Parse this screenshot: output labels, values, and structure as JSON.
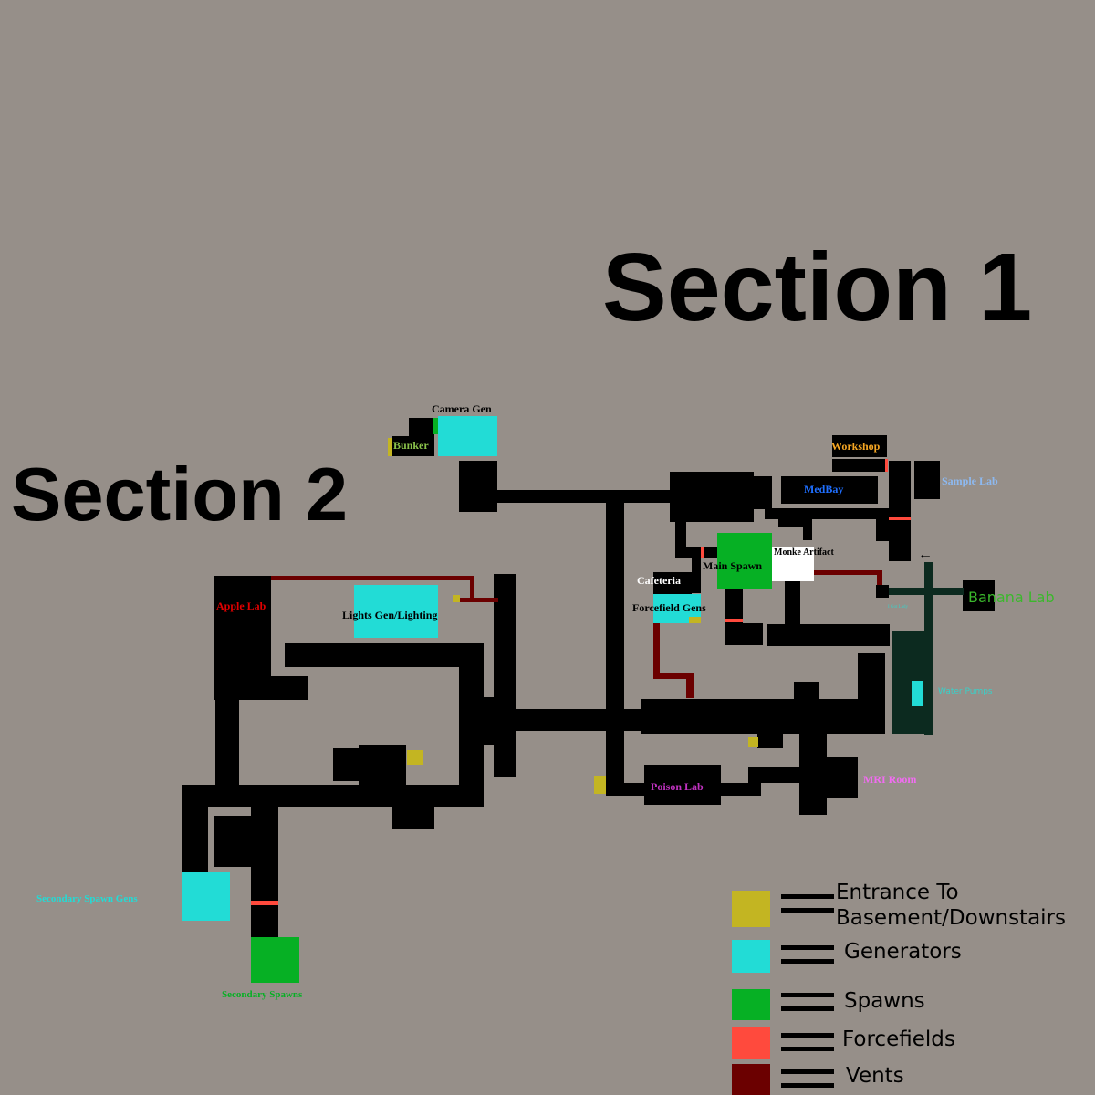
{
  "titles": {
    "section1": "Section 1",
    "section2": "Section 2"
  },
  "rooms": {
    "camera_gen": "Camera Gen",
    "bunker": "Bunker",
    "workshop": "Workshop",
    "sample_lab": "Sample Lab",
    "medbay": "MedBay",
    "monke_artifact": "Monke Artifact",
    "main_spawn": "Main Spawn",
    "cafeteria": "Cafeteria",
    "forcefield_gens": "Forcefield Gens",
    "banana_lab": "Banana Lab",
    "small_room": "I Got Lady",
    "water_pumps": "Water Pumps",
    "apple_lab": "Apple Lab",
    "lights_gen": "Lights Gen/Lighting",
    "poison_lab": "Poison Lab",
    "mri_room": "MRI Room",
    "secondary_spawn_gens": "Secondary Spawn Gens",
    "secondary_spawns": "Secondary Spawns",
    "arrow": "←"
  },
  "legend": [
    {
      "label": "Entrance To Basement/Downstairs",
      "color": "#c3b522"
    },
    {
      "label": "Generators",
      "color": "#22dcd6"
    },
    {
      "label": "Spawns",
      "color": "#06b024"
    },
    {
      "label": "Forcefields",
      "color": "#ff4a3d"
    },
    {
      "label": "Vents",
      "color": "#6b0000"
    }
  ],
  "colors": {
    "background": "#968f89",
    "corridor": "#000000",
    "water": "#0c2a1f"
  }
}
